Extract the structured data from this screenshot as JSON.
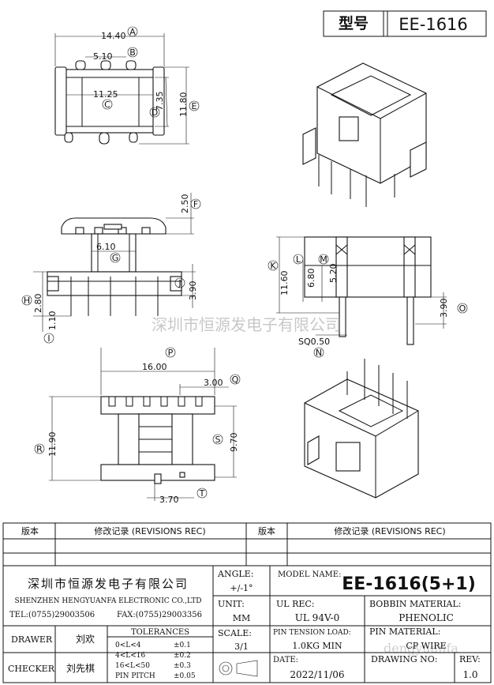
{
  "header": {
    "type_label": "型号",
    "model": "EE-1616"
  },
  "watermark": {
    "company": "深圳市恒源发电子有限公司",
    "site": "dengyuanfa"
  },
  "dims": {
    "a": "14.40",
    "b": "5.10",
    "c": "11.25",
    "d": "7.35",
    "e": "11.80",
    "f": "2.50",
    "g": "6.10",
    "h": "2.80",
    "i": "1.10",
    "j": "3.90",
    "k": "11.60",
    "l": "6.80",
    "m": "5.20",
    "n": "SQ0.50",
    "o": "3.90",
    "p": "16.00",
    "q": "3.00",
    "r": "11.90",
    "s": "9.70",
    "t": "3.70"
  },
  "markers": [
    "A",
    "B",
    "C",
    "D",
    "E",
    "F",
    "G",
    "H",
    "I",
    "J",
    "K",
    "L",
    "M",
    "N",
    "O",
    "P",
    "Q",
    "R",
    "S",
    "T"
  ],
  "revisions": {
    "version_label": "版本",
    "rec_label": "修改记录 (REVISIONS REC)",
    "version_label_2": "版本",
    "rec_label_2": "修改记录 (REVISIONS REC)"
  },
  "title_block": {
    "company_cn": "深圳市恒源发电子有限公司",
    "company_en": "SHENZHEN HENGYUANFA ELECTRONIC CO.,LTD",
    "tel": "TEL:(0755)29003506",
    "fax": "FAX:(0755)29003356",
    "angle_label": "ANGLE:",
    "angle_value": "+/-1°",
    "model_name_label": "MODEL NAME:",
    "model_name_value": "EE-1616(5+1)",
    "unit_label": "UNIT:",
    "unit_value": "MM",
    "ul_rec_label": "UL REC:",
    "ul_rec_value": "UL 94V-0",
    "bobbin_material_label": "BOBBIN MATERIAL:",
    "bobbin_material_value": "PHENOLIC",
    "drawer_label": "DRAWER",
    "drawer_name": "刘欢",
    "tolerances_label": "TOLERANCES",
    "tolerances": [
      {
        "range": "0<L<4",
        "value": "±0.1"
      },
      {
        "range": "4<L<16",
        "value": "±0.2"
      },
      {
        "range": "16<L<50",
        "value": "±0.3"
      },
      {
        "range": "PIN PITCH",
        "value": "±0.05"
      }
    ],
    "scale_label": "SCALE:",
    "scale_value": "3/1",
    "pin_tension_label": "PIN TENSION LOAD:",
    "pin_tension_value": "1.0KG MIN",
    "pin_material_label": "PIN MATERIAL:",
    "pin_material_value": "CP WIRE",
    "checker_label": "CHECKER",
    "checker_name": "刘先棋",
    "date_label": "DATE:",
    "date_value": "2022/11/06",
    "drawing_no_label": "DRAWING NO:",
    "rev_label": "REV:",
    "rev_value": "1.0"
  }
}
